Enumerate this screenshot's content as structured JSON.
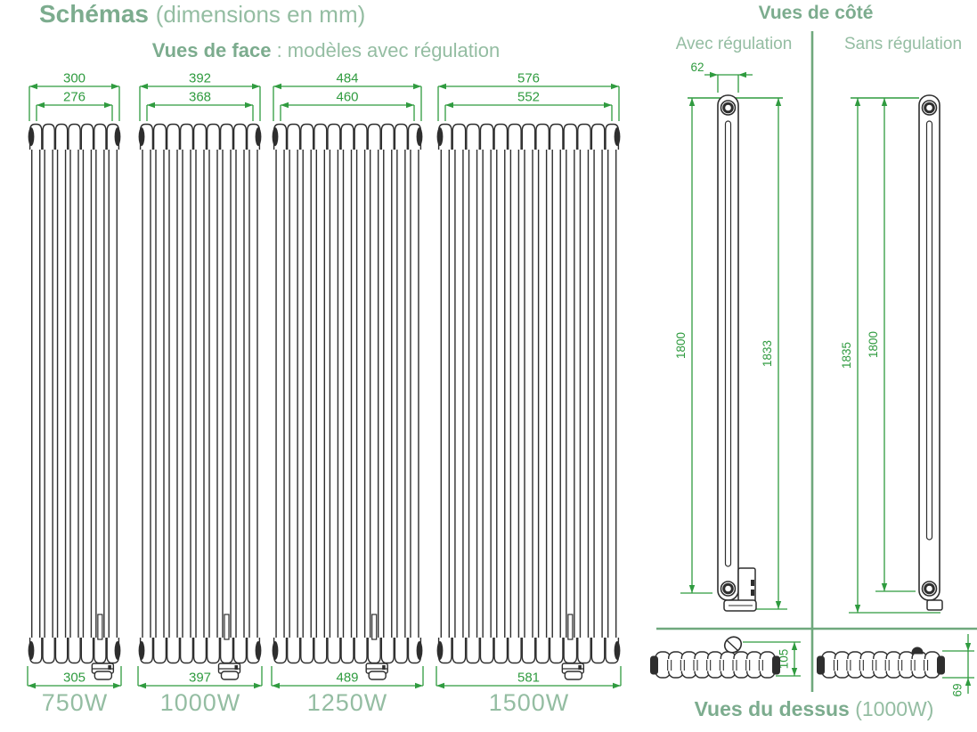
{
  "headings": {
    "title_bold": "Schémas",
    "title_light": "(dimensions en mm)",
    "front_bold": "Vues de face",
    "front_light": ": modèles avec régulation",
    "side": "Vues de côté",
    "bottom_bold": "Vues du dessus",
    "bottom_light": "(1000W)"
  },
  "front_views": [
    {
      "power": "750W",
      "width_top_outer": "300",
      "width_top_inner": "276",
      "width_bottom": "305",
      "columns": 7
    },
    {
      "power": "1000W",
      "width_top_outer": "392",
      "width_top_inner": "368",
      "width_bottom": "397",
      "columns": 9
    },
    {
      "power": "1250W",
      "width_top_outer": "484",
      "width_top_inner": "460",
      "width_bottom": "489",
      "columns": 11
    },
    {
      "power": "1500W",
      "width_top_outer": "576",
      "width_top_inner": "552",
      "width_bottom": "581",
      "columns": 13
    }
  ],
  "side_views": {
    "left": {
      "label": "Avec régulation",
      "width_top": "62",
      "height_body": "1800",
      "height_total": "1833"
    },
    "right": {
      "label": "Sans régulation",
      "height_total": "1835",
      "height_body": "1800"
    }
  },
  "top_views": {
    "left_height": "105",
    "right_height": "69"
  },
  "colors": {
    "dim_green": "#2f9b3f",
    "heading_bold": "#7cac8e",
    "heading_light": "#94bda2",
    "line_dark": "#2e2e2e",
    "divider": "#6fa87d"
  }
}
